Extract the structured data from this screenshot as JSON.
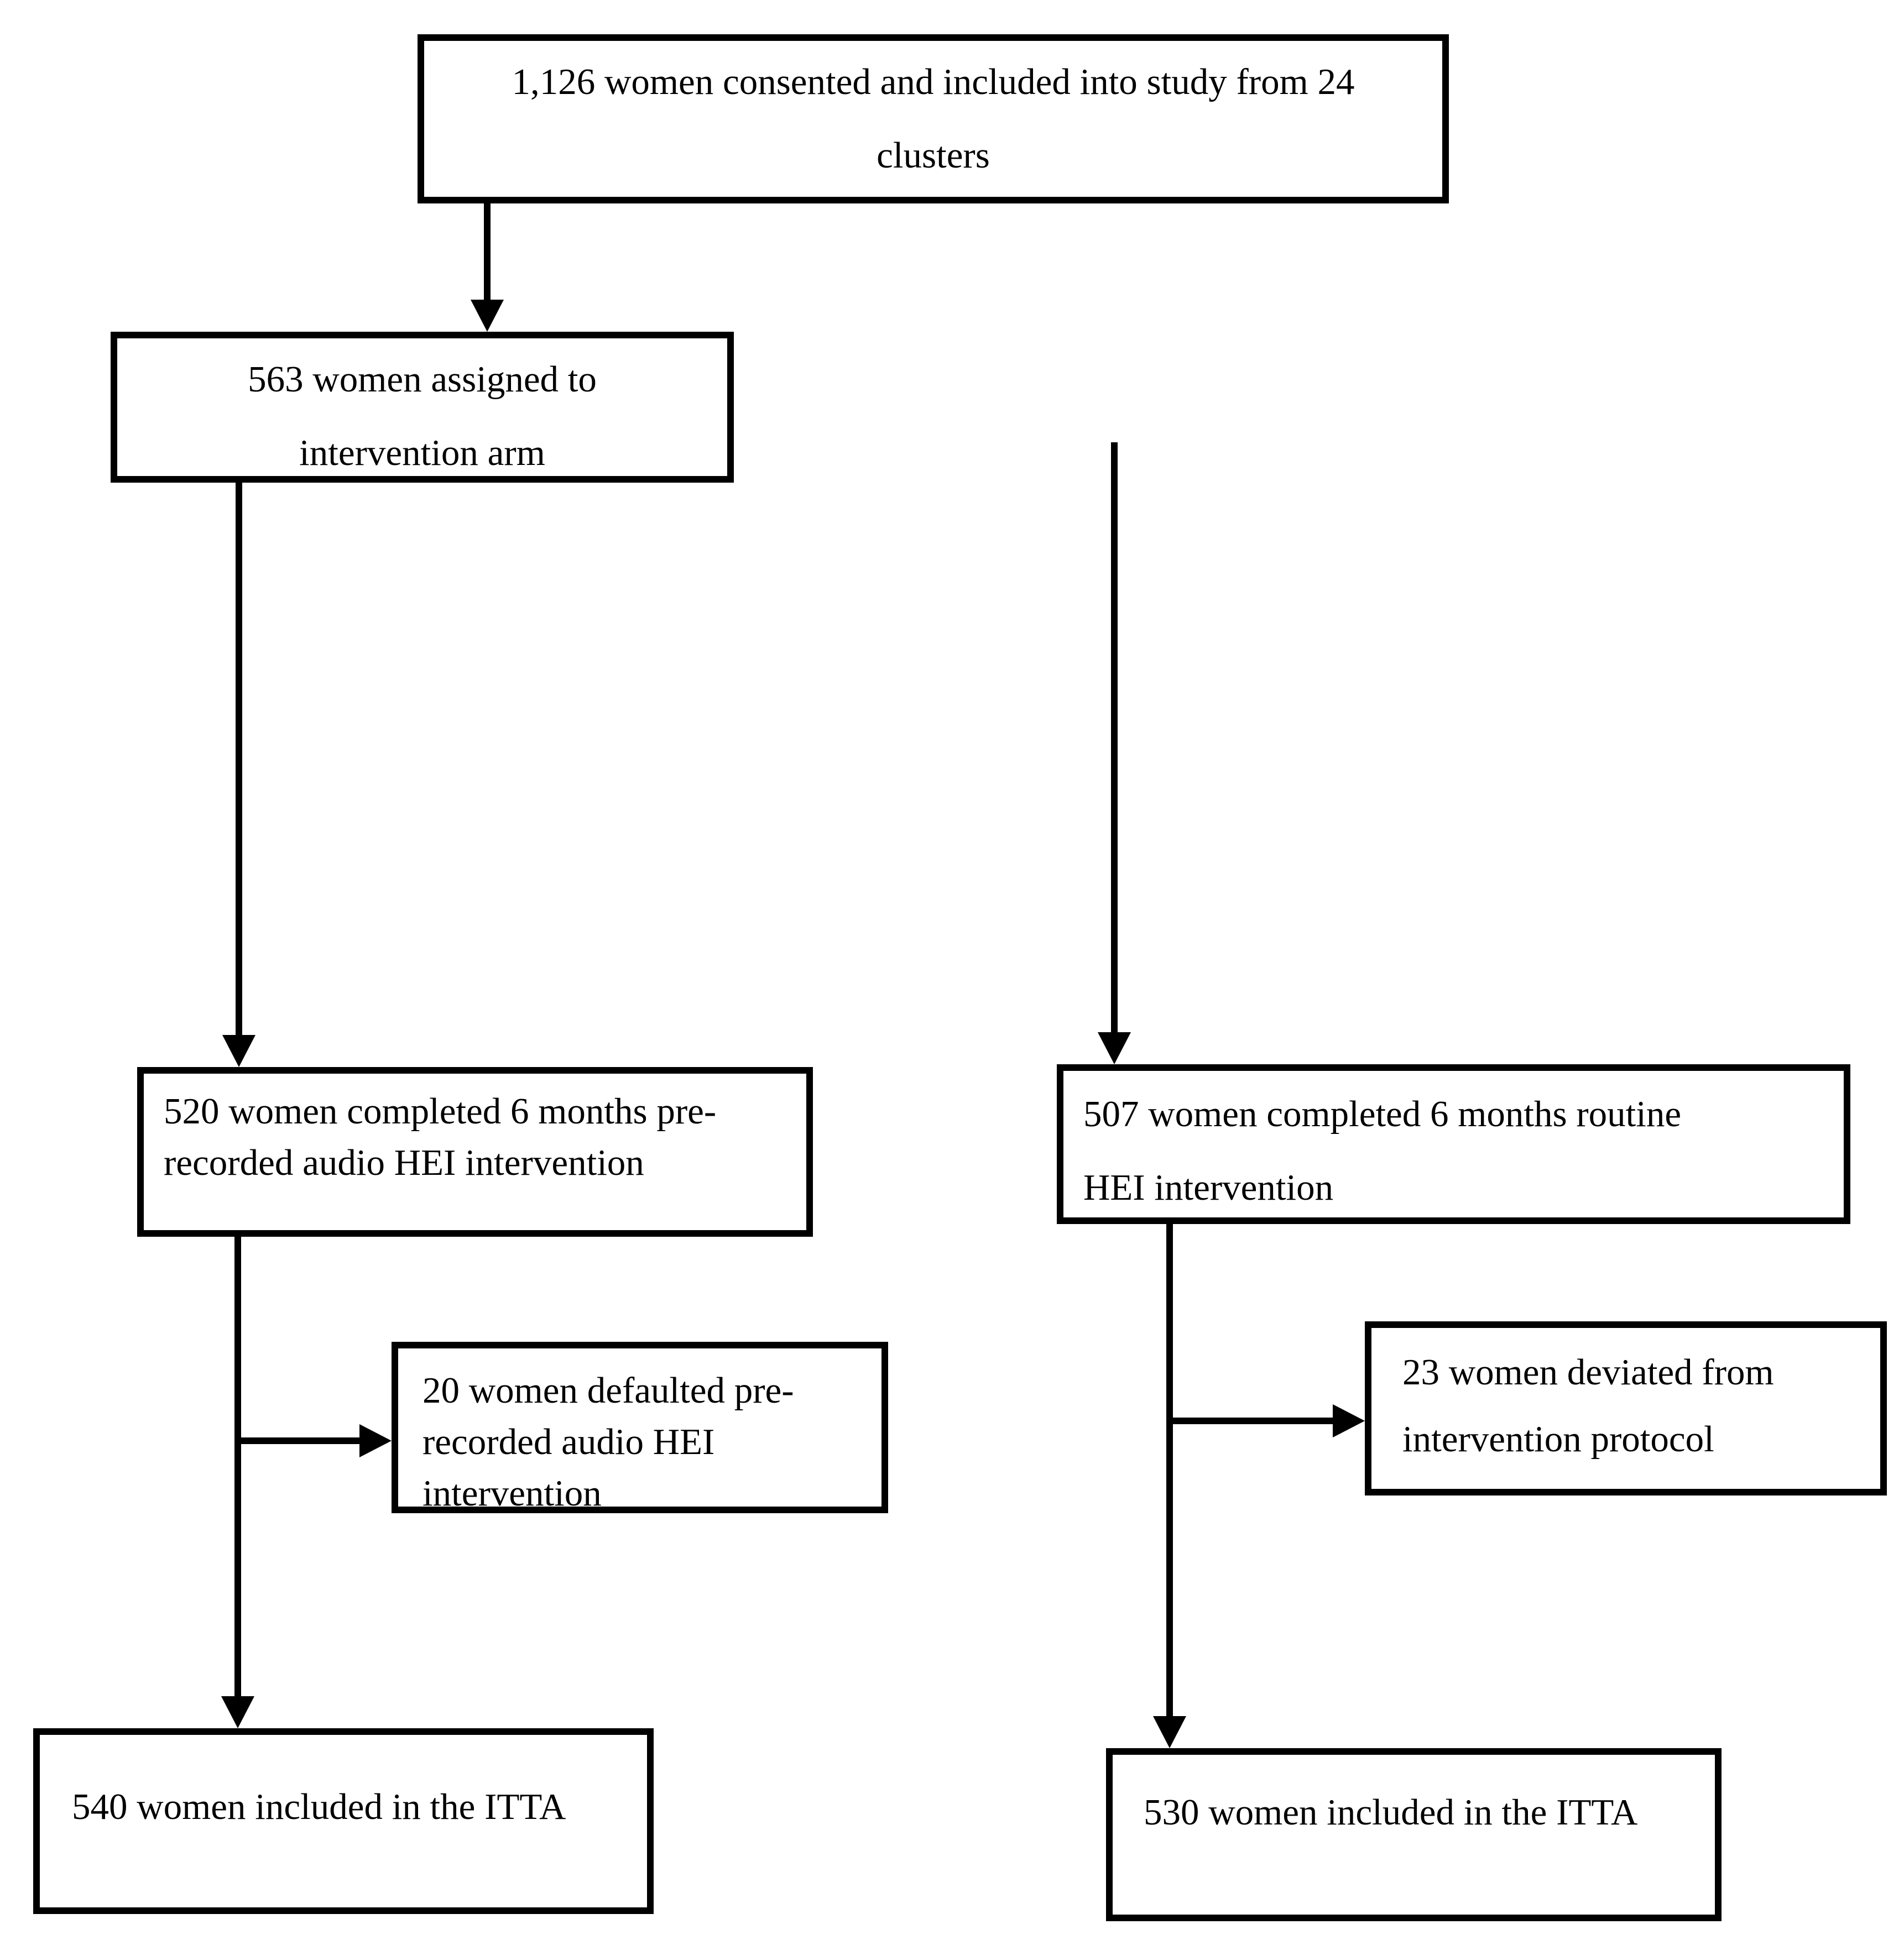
{
  "colors": {
    "line": "#000000",
    "background": "#ffffff",
    "text": "#000000"
  },
  "boxes": {
    "consented": {
      "lines": [
        "1,126 women consented and included into study from 24",
        "clusters"
      ]
    },
    "intervention_arm": {
      "lines": [
        "563 women assigned to",
        "intervention arm"
      ]
    },
    "completed_prerecorded": {
      "lines": [
        "520 women completed 6 months pre-",
        "recorded audio HEI intervention"
      ]
    },
    "completed_routine": {
      "lines": [
        "507 women completed 6 months routine",
        "HEI intervention"
      ]
    },
    "defaulted": {
      "lines": [
        "20 women defaulted pre-",
        "recorded audio HEI",
        "intervention"
      ]
    },
    "deviated": {
      "lines": [
        "23 women deviated from",
        "intervention protocol"
      ]
    },
    "itta_intervention": {
      "lines": [
        "540 women included in the ITTA"
      ]
    },
    "itta_routine": {
      "lines": [
        "530 women included in the ITTA"
      ]
    }
  }
}
